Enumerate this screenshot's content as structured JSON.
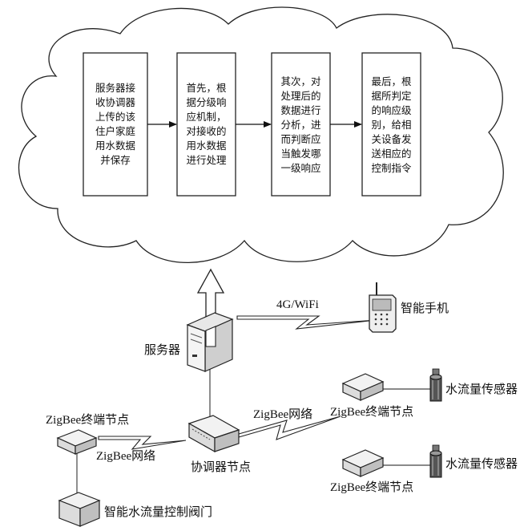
{
  "cloud_steps": [
    {
      "text": "服务器接\n收协调器\n上传的该\n住户家庭\n用水数据\n并保存"
    },
    {
      "text": "首先，根\n据分级响\n应机制，\n对接收的\n用水数据\n进行处理"
    },
    {
      "text": "其次，对\n处理后的\n数据进行\n分析，进\n而判断应\n当触发哪\n一级响应"
    },
    {
      "text": "最后，根\n据所判定\n的响应级\n别，给相\n关设备发\n送相应的\n控制指令"
    }
  ],
  "labels": {
    "server": "服务器",
    "link_4g": "4G/WiFi",
    "phone": "智能手机",
    "zigbee_network_right": "ZigBee网络",
    "zigbee_network_left": "ZigBee网络",
    "coordinator": "协调器节点",
    "end_node_left": "ZigBee终端节点",
    "end_node_top_right": "ZigBee终端节点",
    "end_node_bottom_right": "ZigBee终端节点",
    "sensor_top": "水流量传感器",
    "sensor_bottom": "水流量传感器",
    "valve": "智能水流量控制阀门"
  }
}
